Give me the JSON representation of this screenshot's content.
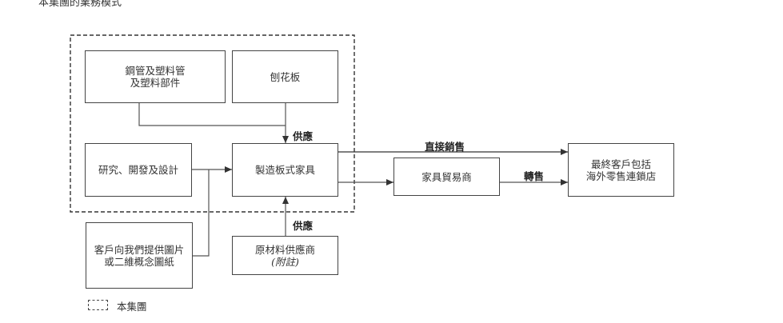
{
  "header": {
    "title_cut_off": "本集團的業務模式"
  },
  "nodes": {
    "steel_pipes": {
      "lines": [
        "鋼管及塑料管",
        "及塑料部件"
      ]
    },
    "particle_board": {
      "lines": [
        "刨花板"
      ]
    },
    "rnd_design": {
      "lines": [
        "研究、開發及設計"
      ]
    },
    "manufacture": {
      "lines": [
        "製造板式家具"
      ]
    },
    "customer_drawings": {
      "lines": [
        "客戶向我們提供圖片",
        "或二維概念圖紙"
      ]
    },
    "raw_material_suppliers": {
      "lines": [
        "原材料供應商",
        "(附註)"
      ]
    },
    "furniture_traders": {
      "lines": [
        "家具貿易商"
      ]
    },
    "end_customers": {
      "lines": [
        "最終客戶包括",
        "海外零售連鎖店"
      ]
    }
  },
  "edge_labels": {
    "supply_top": "供應",
    "supply_bottom": "供應",
    "direct_sales": "直接銷售",
    "resale": "轉售"
  },
  "legend": {
    "group_label": "本集團"
  },
  "colors": {
    "line": "#444444",
    "text": "#333333",
    "background": "#ffffff"
  }
}
